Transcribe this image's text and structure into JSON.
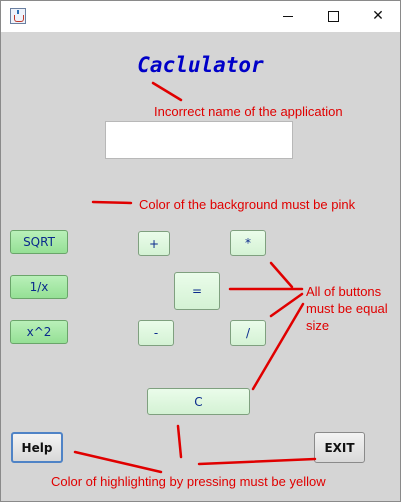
{
  "window": {
    "controls": {
      "minimize_icon": "minimize-icon",
      "maximize_icon": "maximize-icon",
      "close_label": "✕"
    }
  },
  "app": {
    "title": "Caclulator",
    "display_value": ""
  },
  "buttons": {
    "sqrt": "SQRT",
    "reciprocal": "1/x",
    "square": "x^2",
    "plus": "+",
    "multiply": "*",
    "equals": "=",
    "minus": "-",
    "divide": "/",
    "clear": "C",
    "help": "Help",
    "exit": "EXIT"
  },
  "annotations": {
    "name": "Incorrect name of the application",
    "background": "Color of the background must be pink",
    "buttons_size": "All of buttons must be equal size",
    "highlight": "Color of highlighting by pressing must be yellow"
  },
  "colors": {
    "annotation": "#e00000",
    "title": "#0000c8",
    "background": "#d5d5d5",
    "button_green": "#95e095",
    "button_light": "#d4f2d4"
  }
}
